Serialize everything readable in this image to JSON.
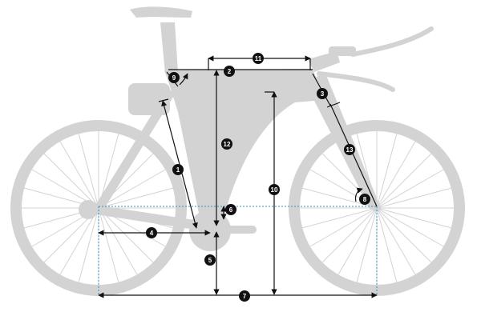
{
  "labels": [
    "1",
    "2",
    "3",
    "4",
    "5",
    "6",
    "7",
    "8",
    "9",
    "10",
    "11",
    "12",
    "13"
  ],
  "colors": {
    "bike": "#d3d3d3",
    "dimension": "#111111",
    "reference": "#3a8bbf",
    "badge_text": "#ffffff"
  }
}
